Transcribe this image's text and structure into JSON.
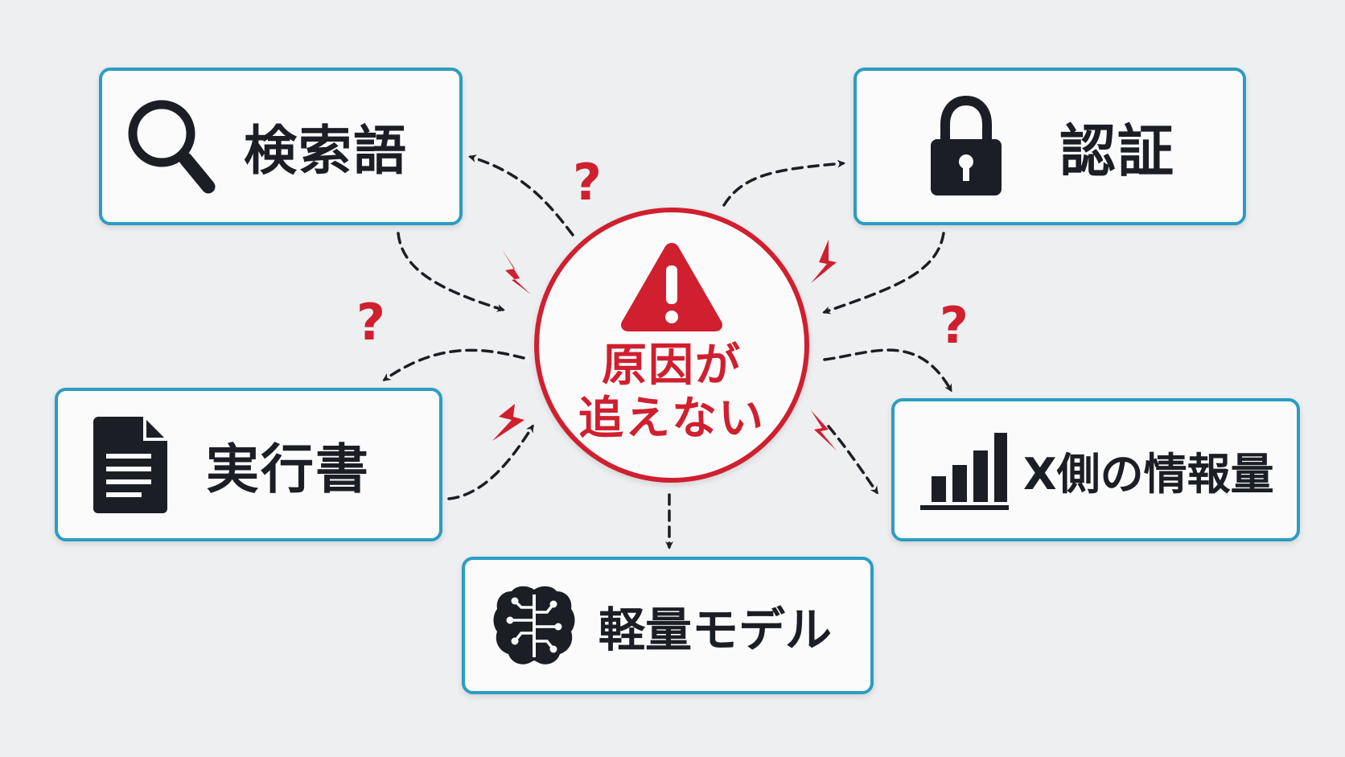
{
  "center": {
    "text_line1": "原因が",
    "text_line2": "追えない",
    "icon": "warning-triangle-icon",
    "color": "#d01f2e"
  },
  "nodes": {
    "search": {
      "label": "検索語",
      "icon": "magnifier-icon"
    },
    "auth": {
      "label": "認証",
      "icon": "padlock-icon"
    },
    "runbook": {
      "label": "実行書",
      "icon": "document-icon"
    },
    "info": {
      "label": "X側の情報量",
      "icon": "bar-chart-icon"
    },
    "model": {
      "label": "軽量モデル",
      "icon": "brain-circuit-icon"
    }
  },
  "marks": {
    "question": "?"
  },
  "colors": {
    "node_border": "#2c9cc2",
    "accent_red": "#d01f2e",
    "text_dark": "#1b1e24",
    "background": "#eeeff1"
  }
}
